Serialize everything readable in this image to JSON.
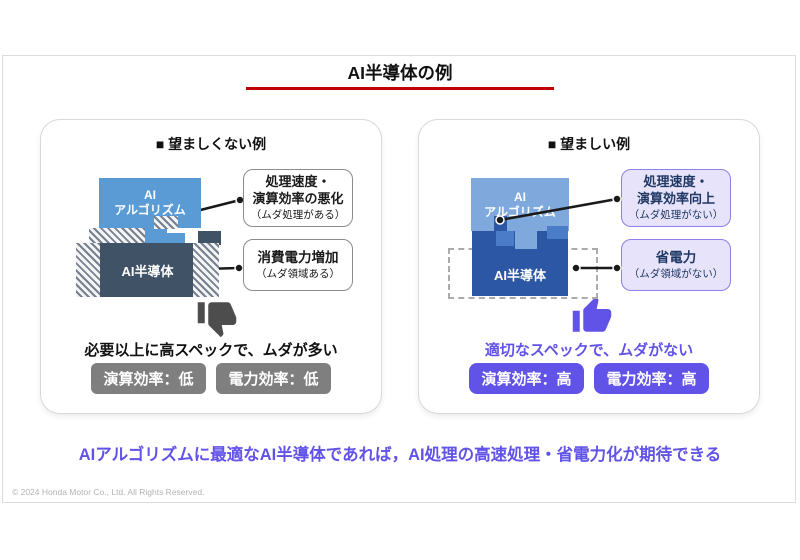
{
  "title": "AI半導体の例",
  "colors": {
    "accent_red": "#C00000",
    "purple_accent": "#6152E8",
    "bad_algo_blue": "#5B9BD5",
    "bad_chip_navy": "#3F5266",
    "good_algo_blue": "#7FA9DC",
    "good_mid_blue": "#4A7CC7",
    "good_chip_blue": "#2B57A5",
    "gray_badge": "#7F7F7F",
    "callout_purple_bg": "#E7E3FA",
    "callout_purple_border": "#8B7FE8",
    "callout_navy_text": "#1F3864"
  },
  "panels": {
    "bad": {
      "header": "■ 望ましくない例",
      "algo_line1": "AI",
      "algo_line2": "アルゴリズム",
      "chip_label": "AI半導体",
      "callout_speed": {
        "line1": "処理速度・",
        "line2": "演算効率の悪化",
        "note": "（ムダ処理がある）"
      },
      "callout_power": {
        "line1": "消費電力増加",
        "note": "（ムダ領域ある）"
      },
      "statement": "必要以上に高スペックで、ムダが多い",
      "badge_compute": "演算効率：低",
      "badge_power": "電力効率：低"
    },
    "good": {
      "header": "■ 望ましい例",
      "algo_line1": "AI",
      "algo_line2": "アルゴリズム",
      "chip_label": "AI半導体",
      "callout_speed": {
        "line1": "処理速度・",
        "line2": "演算効率向上",
        "note": "（ムダ処理がない）"
      },
      "callout_power": {
        "line1": "省電力",
        "note": "（ムダ領域がない）"
      },
      "statement": "適切なスペックで、ムダがない",
      "badge_compute": "演算効率：高",
      "badge_power": "電力効率：高"
    }
  },
  "conclusion": "AIアルゴリズムに最適なAI半導体であれば，AI処理の高速処理・省電力化が期待できる",
  "copyright": "© 2024 Honda Motor Co., Ltd. All Rights Reserved."
}
